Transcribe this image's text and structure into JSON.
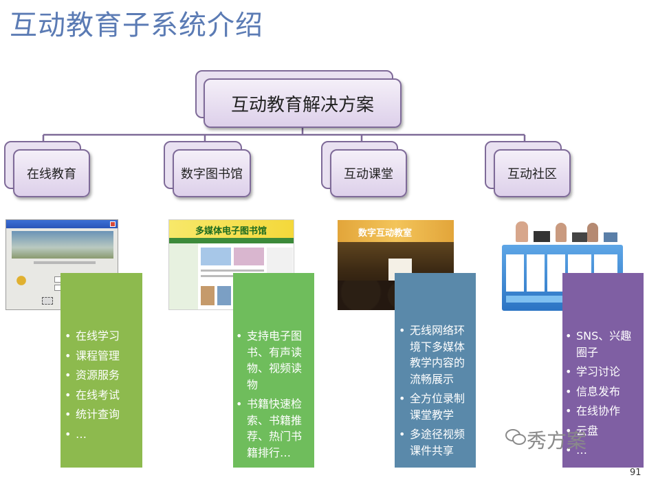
{
  "title": "互动教育子系统介绍",
  "root": {
    "label": "互动教育解决方案"
  },
  "branches": [
    {
      "label": "在线教育",
      "items": [
        "在线学习",
        "课程管理",
        "资源服务",
        "在线考试",
        "统计查询",
        "…"
      ]
    },
    {
      "label": "数字图书馆",
      "items": [
        "支持电子图书、有声读物、视频读物",
        "书籍快速检索、书籍推荐、热门书籍排行…"
      ]
    },
    {
      "label": "互动课堂",
      "items": [
        "无线网络环境下多媒体教学内容的流畅展示",
        "全方位录制课堂教学",
        "多途径视频课件共享",
        "…"
      ]
    },
    {
      "label": "互动社区",
      "items": [
        "SNS、兴趣圈子",
        "学习讨论",
        "信息发布",
        "在线协作",
        "云盘",
        "…"
      ]
    }
  ],
  "thumbs": {
    "library_banner": "多媒体电子图书馆",
    "classroom_banner": "数字互动教室"
  },
  "colors": {
    "title": "#5b7bb4",
    "bar_green": "#8dba4e",
    "bar_lightgreen": "#6fbd5c",
    "bar_blue": "#5a89aa",
    "bar_purple": "#7f5fa3",
    "node_border": "#7e6a98"
  },
  "watermark": "秀方案",
  "page_number": "91"
}
